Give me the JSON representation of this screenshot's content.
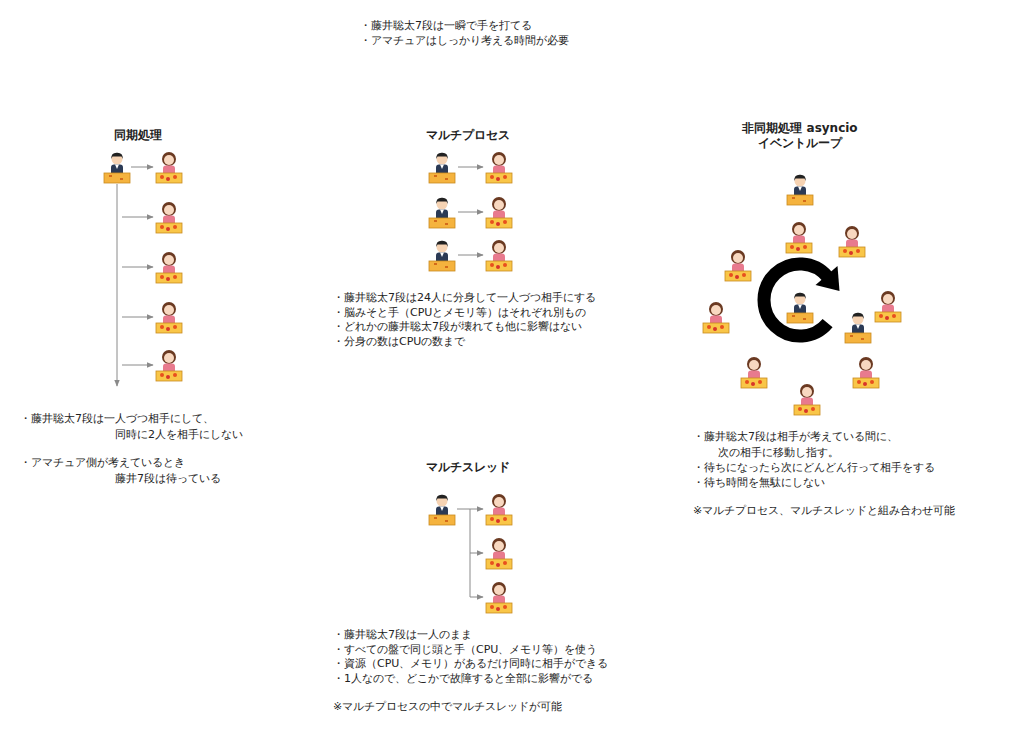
{
  "diagram": {
    "labels": [
      "・藤井聡太7段は一瞬で手を打てる",
      "・アマチュアはしっかり考える時間が必要",
      "同期処理",
      "マルチプロセス",
      "非同期処理 asyncio イベントループ",
      "・藤井聡太7段は24人に分身して一人づつ相手にする",
      "・脳みそと手（CPUとメモリ等）はそれぞれ別もの",
      "・どれかの藤井聡太7段が壊れても他に影響はない",
      "・分身の数はCPUの数まで",
      "・藤井聡太7段は一人づつ相手にして、 同時に2人を相手にしない",
      "・アマチュア側が考えているとき 藤井7段は待っている",
      "マルチスレッド",
      "・藤井聡太7段は一人のまま",
      "・すべての盤で同じ頭と手（CPU、メモリ等）を使う",
      "・資源（CPU、メモリ）があるだけ同時に相手ができる",
      "・1人なので、どこかで故障すると全部に影響がでる",
      "※マルチプロセスの中でマルチスレッドが可能",
      "・藤井聡太7段は相手が考えている間に、 次の相手に移動し指す。",
      "・待ちになったら次にどんどん行って相手をする",
      "・待ち時間を無駄にしない",
      "※マルチプロセス、マルチスレッドと組み合わせ可能"
    ]
  }
}
